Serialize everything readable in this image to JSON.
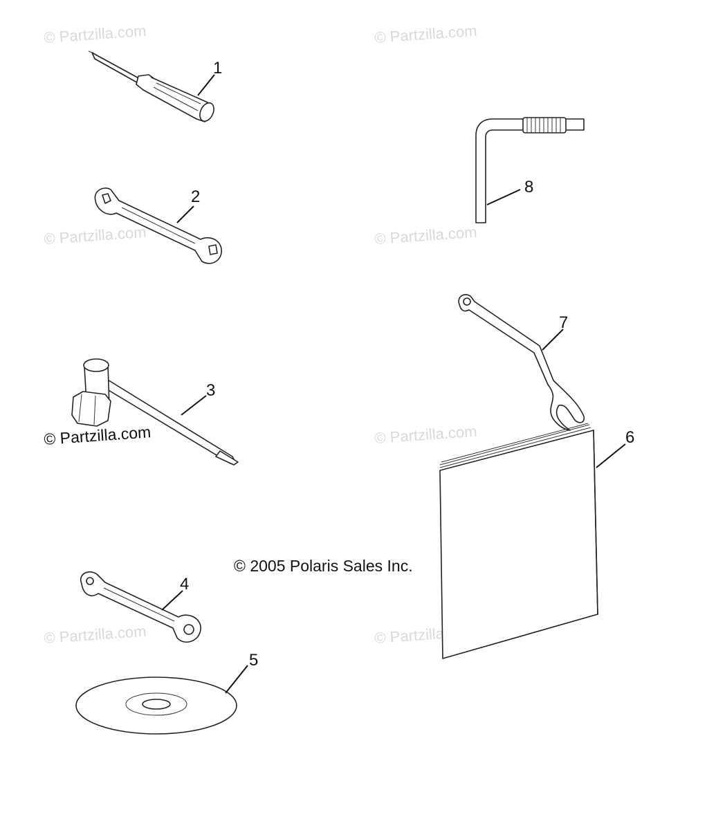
{
  "watermarks": [
    "© Partzilla.com",
    "© Partzilla.com",
    "© Partzilla.com",
    "© Partzilla.com",
    "© Partzilla.com",
    "© Partzilla.com",
    "© Partzilla.com",
    "© Partzilla.com"
  ],
  "copyright": "© 2005 Polaris Sales Inc.",
  "callouts": [
    "1",
    "2",
    "3",
    "4",
    "5",
    "6",
    "7",
    "8"
  ]
}
